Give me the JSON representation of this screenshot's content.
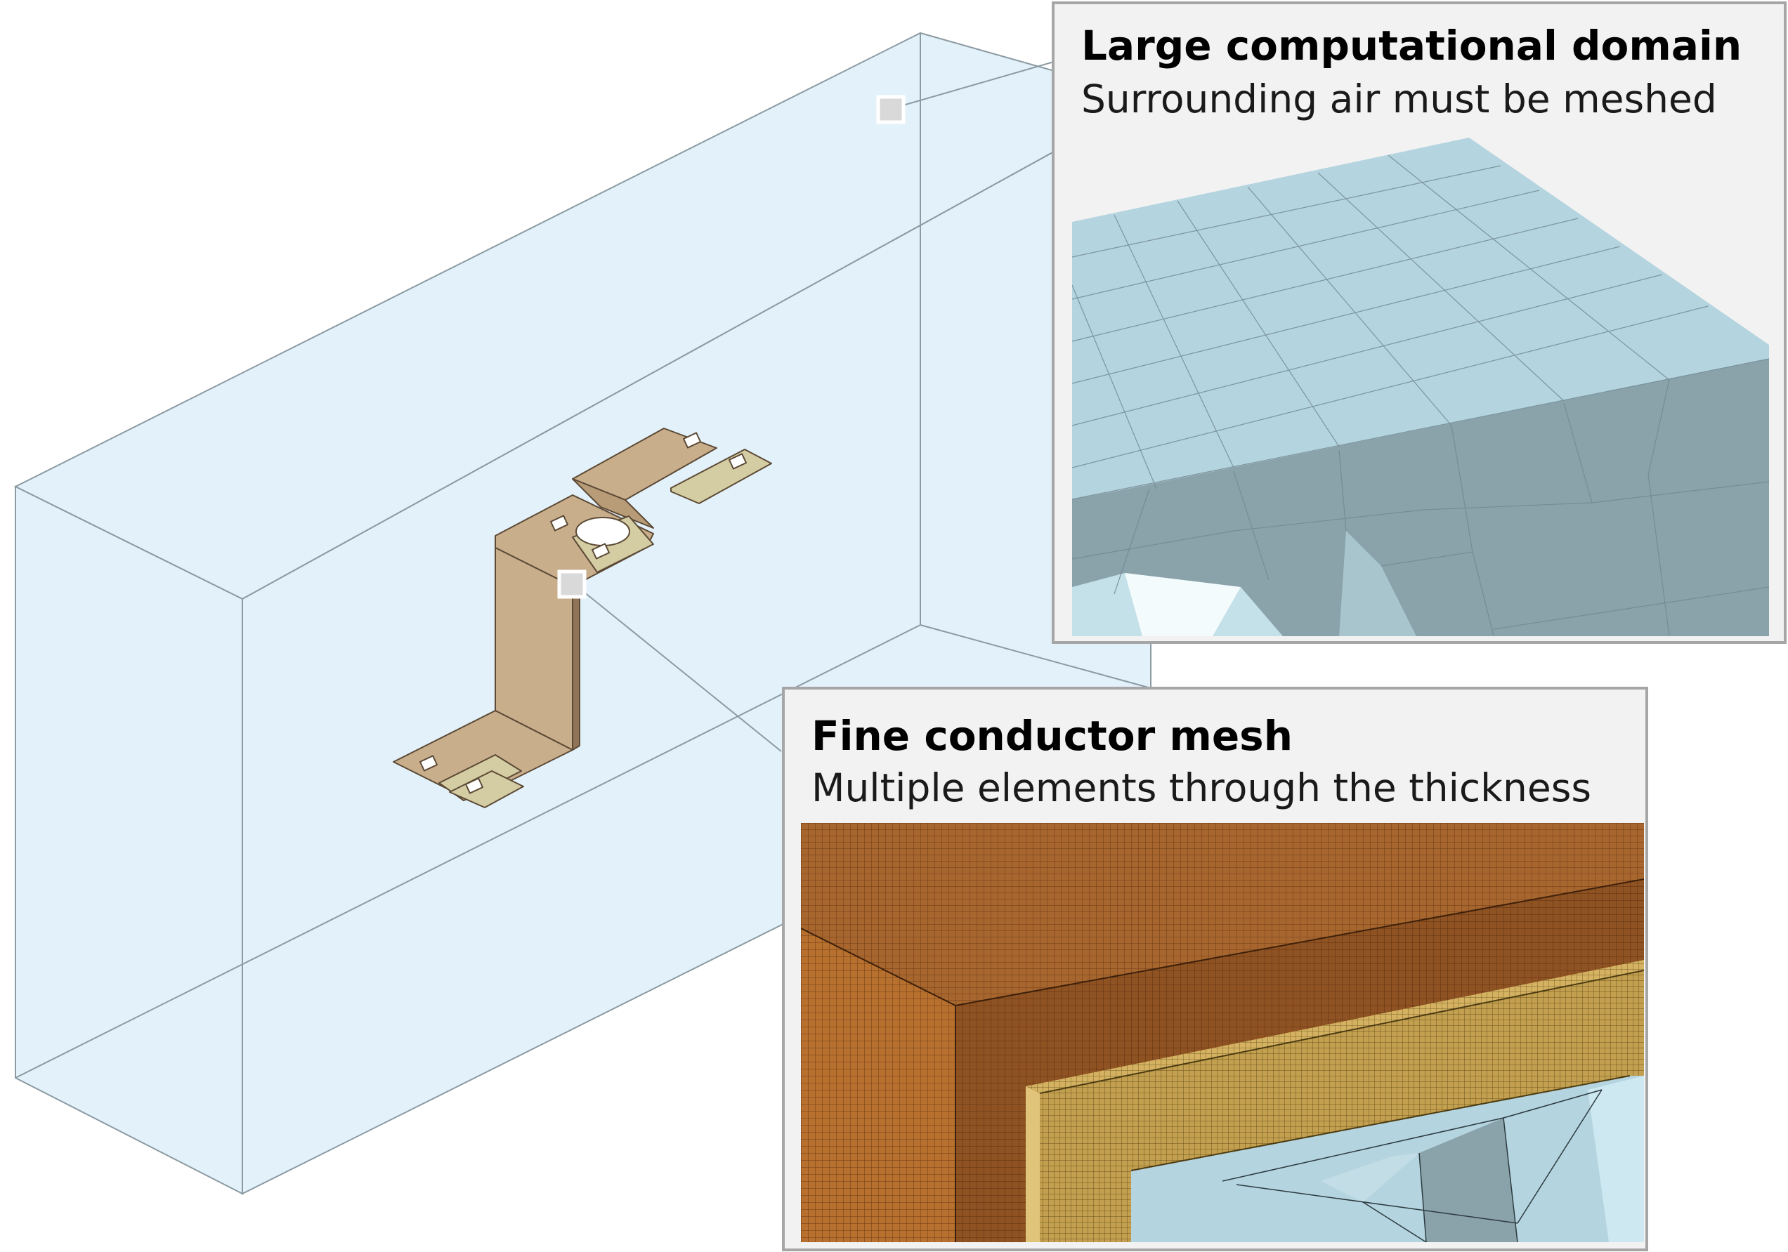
{
  "callouts": {
    "air": {
      "title": "Large computational domain",
      "subtitle": "Surrounding air must be meshed"
    },
    "conductor": {
      "title": "Fine conductor mesh",
      "subtitle": "Multiple elements through the thickness"
    }
  },
  "colors": {
    "air_volume": "#e3f2fa",
    "box_edges": "#8c9aa2",
    "conductor_copper": "#c9ae8c",
    "conductor_brass": "#d4cca2",
    "mesh_air_light": "#b4d4df",
    "mesh_air_dark": "#8aa2aa",
    "mesh_copper": "#a8662f",
    "mesh_brass": "#d4b262",
    "callout_bg": "#f2f2f2",
    "callout_border": "#a6a6a6",
    "marker": "#d9d9d9"
  }
}
